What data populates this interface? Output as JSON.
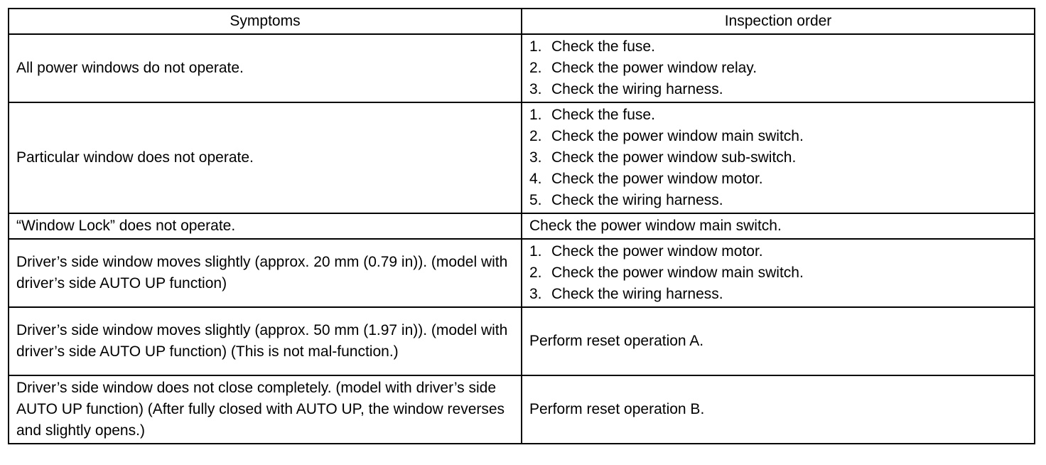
{
  "table": {
    "headers": [
      "Symptoms",
      "Inspection order"
    ],
    "rows": [
      {
        "symptom": "All power windows do not operate.",
        "steps": [
          {
            "num": "1.",
            "text": "Check the fuse."
          },
          {
            "num": "2.",
            "text": "Check the power window relay."
          },
          {
            "num": "3.",
            "text": "Check the wiring harness."
          }
        ]
      },
      {
        "symptom": "Particular window does not operate.",
        "steps": [
          {
            "num": "1.",
            "text": "Check the fuse."
          },
          {
            "num": "2.",
            "text": "Check the power window main switch."
          },
          {
            "num": "3.",
            "text": "Check the power window sub-switch."
          },
          {
            "num": "4.",
            "text": "Check the power window motor."
          },
          {
            "num": "5.",
            "text": "Check the wiring harness."
          }
        ]
      },
      {
        "symptom": "“Window Lock” does not operate.",
        "action": "Check the power window main switch."
      },
      {
        "symptom": "Driver’s side window moves slightly (approx. 20 mm (0.79 in)). (model with driver’s side AUTO UP function)",
        "steps": [
          {
            "num": "1.",
            "text": "Check the power window motor."
          },
          {
            "num": "2.",
            "text": "Check the power window main switch."
          },
          {
            "num": "3.",
            "text": "Check the wiring harness."
          }
        ]
      },
      {
        "symptom": "Driver’s side window moves slightly (approx. 50 mm (1.97 in)). (model with driver’s side AUTO UP function) (This is not mal-function.)",
        "action": "Perform reset operation A."
      },
      {
        "symptom": "Driver’s side window does not close completely. (model with driver’s side AUTO UP function) (After fully closed with AUTO UP, the window reverses and slightly opens.)",
        "action": "Perform reset operation B."
      }
    ]
  }
}
